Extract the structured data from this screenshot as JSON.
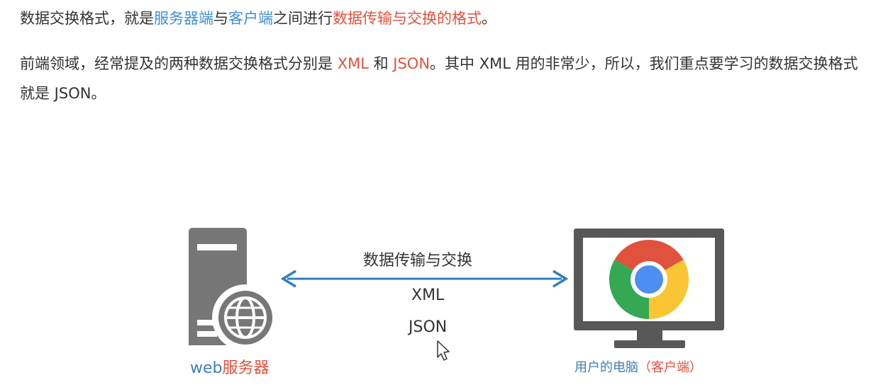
{
  "paragraph1": {
    "part1": "数据交换格式，就是",
    "server_end": "服务器端",
    "part2": "与",
    "client_end": "客户端",
    "part3": "之间进行",
    "highlight": "数据传输与交换的格式",
    "part4": "。"
  },
  "paragraph2": {
    "part1": "前端领域，经常提及的两种数据交换格式分别是 ",
    "xml": "XML",
    "part2": " 和 ",
    "json": "JSON",
    "part3": "。其中 XML 用的非常少，所以，我们重点要学习的数据交换格式就是 JSON。"
  },
  "diagram": {
    "transfer_label": "数据传输与交换",
    "format_xml": "XML",
    "format_json": "JSON",
    "server_caption_web": "web",
    "server_caption_server": "服务器",
    "client_caption_pc": "用户的电脑",
    "client_caption_client": "（客户端）"
  },
  "colors": {
    "accent_blue": "#3f8fd6",
    "accent_red": "#e3523d",
    "arrow": "#2f7fc1",
    "server_gray": "#777777",
    "monitor_dark": "#585858"
  }
}
